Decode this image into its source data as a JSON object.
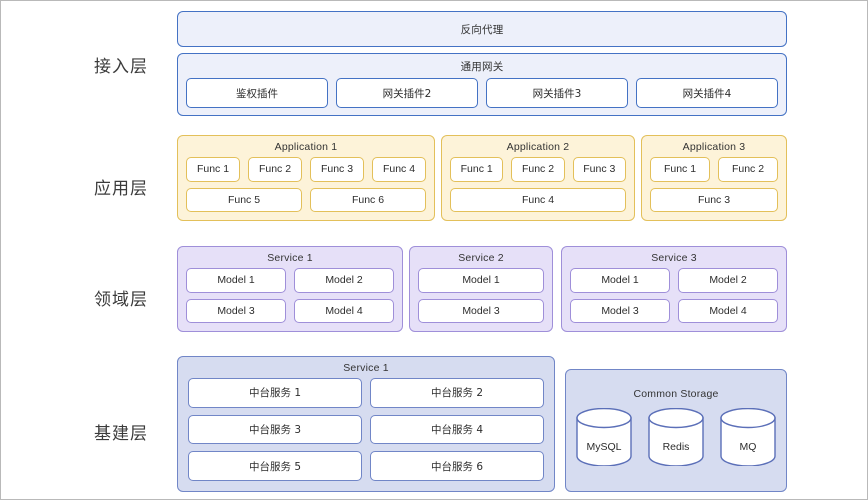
{
  "colors": {
    "access_border": "#4472C4",
    "access_fill": "#EDF0FA",
    "app_border": "#E3C05A",
    "app_fill": "#FDF3D9",
    "domain_border": "#9F8FD9",
    "domain_fill": "#E6E0F8",
    "infra_border": "#7186C7",
    "infra_fill": "#D6DCF0",
    "chip_fill": "#FFFFFF",
    "canvas_bg": "#FFFFFF"
  },
  "layers": {
    "access": {
      "label": "接入层",
      "reverse_proxy": "反向代理",
      "gateway": {
        "title": "通用网关",
        "plugins": [
          "鉴权插件",
          "网关插件2",
          "网关插件3",
          "网关插件4"
        ]
      }
    },
    "application": {
      "label": "应用层",
      "groups": [
        {
          "title": "Application 1",
          "row1": [
            "Func 1",
            "Func 2",
            "Func 3",
            "Func 4"
          ],
          "row2": [
            "Func 5",
            "Func 6"
          ]
        },
        {
          "title": "Application 2",
          "row1": [
            "Func 1",
            "Func 2",
            "Func 3"
          ],
          "row2": [
            "Func 4"
          ]
        },
        {
          "title": "Application 3",
          "row1": [
            "Func 1",
            "Func 2"
          ],
          "row2": [
            "Func 3"
          ]
        }
      ]
    },
    "domain": {
      "label": "领域层",
      "groups": [
        {
          "title": "Service 1",
          "row1": [
            "Model 1",
            "Model 2"
          ],
          "row2": [
            "Model 3",
            "Model 4"
          ]
        },
        {
          "title": "Service 2",
          "row1": [
            "Model 1"
          ],
          "row2": [
            "Model 3"
          ]
        },
        {
          "title": "Service 3",
          "row1": [
            "Model 1",
            "Model 2"
          ],
          "row2": [
            "Model 3",
            "Model 4"
          ]
        }
      ]
    },
    "infrastructure": {
      "label": "基建层",
      "service": {
        "title": "Service 1",
        "row1": [
          "中台服务 1",
          "中台服务 2"
        ],
        "row2": [
          "中台服务 3",
          "中台服务 4"
        ],
        "row3": [
          "中台服务 5",
          "中台服务 6"
        ]
      },
      "storage": {
        "title": "Common Storage",
        "stores": [
          "MySQL",
          "Redis",
          "MQ"
        ]
      }
    }
  }
}
